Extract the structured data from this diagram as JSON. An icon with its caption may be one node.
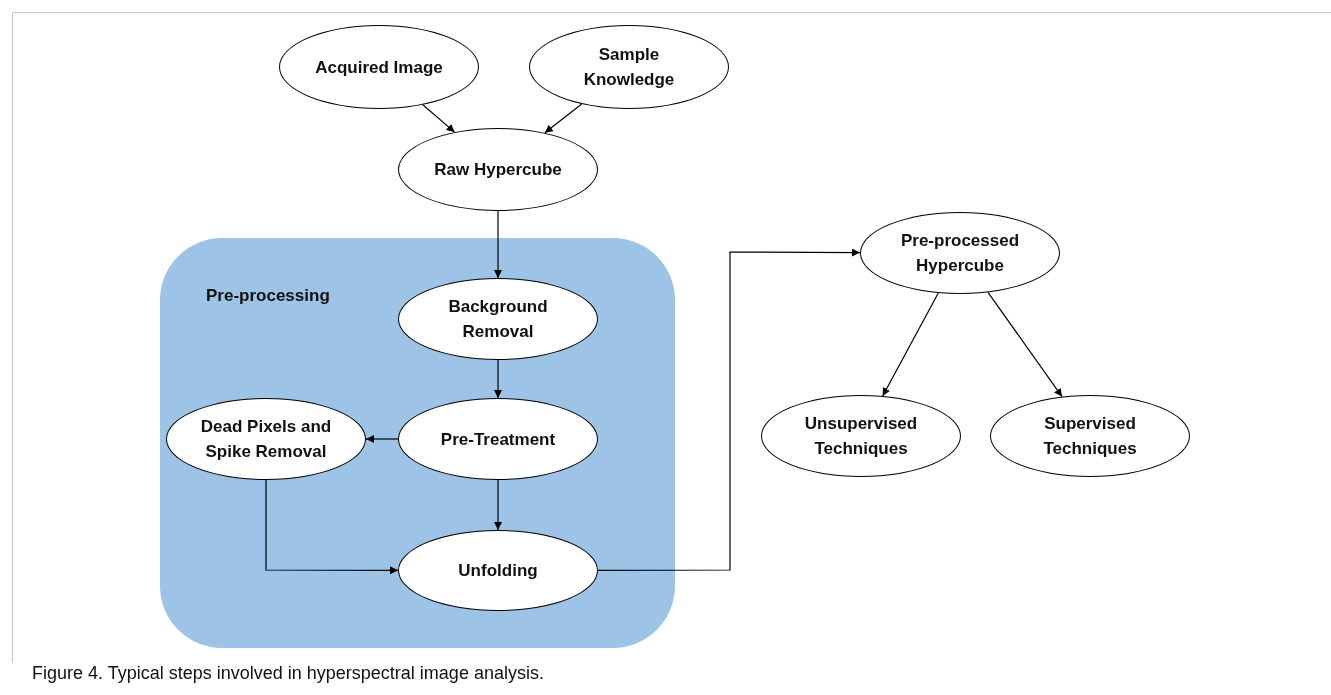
{
  "diagram": {
    "caption": "Figure 4. Typical steps involved in hyperspectral image analysis.",
    "nodes": [
      {
        "text": [
          "Pre-processing"
        ]
      },
      {
        "text": [
          "Acquired Image"
        ]
      },
      {
        "text": [
          "Sample Knowledge"
        ]
      },
      {
        "text": [
          "Raw Hypercube"
        ]
      },
      {
        "text": [
          "Background Removal"
        ],
        "in": 0
      },
      {
        "text": [
          "Dead Pixels and Spike Removal"
        ],
        "in": 0
      },
      {
        "text": [
          "Pre-Treatment"
        ],
        "in": 0
      },
      {
        "text": [
          "Unfolding"
        ],
        "in": 0
      },
      {
        "text": [
          "Pre-processed Hypercube"
        ]
      },
      {
        "text": [
          "Unsupervised Techniques"
        ]
      },
      {
        "text": [
          "Supervised Techniques"
        ]
      }
    ],
    "edges": [
      {
        "from": 1,
        "to": 3,
        "arrow": "to"
      },
      {
        "from": 2,
        "to": 3,
        "arrow": "to"
      },
      {
        "from": 3,
        "to": 4,
        "arrow": "to"
      },
      {
        "from": 4,
        "to": 6,
        "arrow": "to"
      },
      {
        "from": 6,
        "to": 5,
        "arrow": "to"
      },
      {
        "from": 6,
        "to": 7,
        "arrow": "to"
      },
      {
        "from": 5,
        "to": 7,
        "arrow": "to"
      },
      {
        "from": 7,
        "to": 8,
        "arrow": "to"
      },
      {
        "from": 8,
        "to": 9,
        "arrow": "to"
      },
      {
        "from": 8,
        "to": 10,
        "arrow": "to"
      }
    ]
  }
}
